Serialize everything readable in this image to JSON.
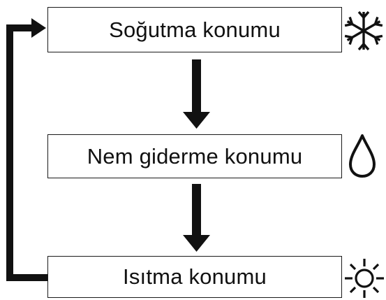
{
  "modes": [
    {
      "label": "Soğutma konumu",
      "icon": "snowflake-icon"
    },
    {
      "label": "Nem giderme konumu",
      "icon": "water-drop-icon"
    },
    {
      "label": "Isıtma konumu",
      "icon": "sun-icon"
    }
  ],
  "colors": {
    "line": "#111111",
    "box_border": "#1a1a1a",
    "background": "#ffffff"
  }
}
